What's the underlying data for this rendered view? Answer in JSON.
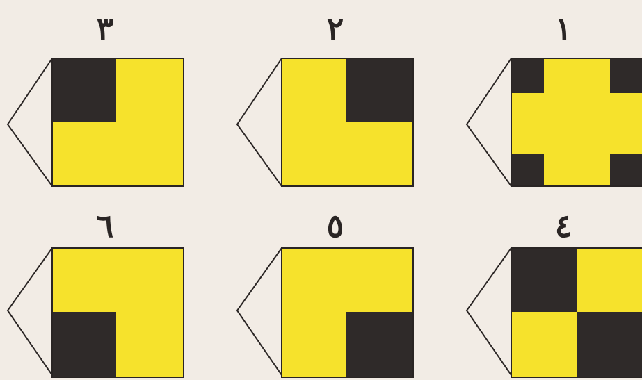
{
  "colors": {
    "background": "#f2ece5",
    "yellow": "#f6e22c",
    "dark": "#2f2a29",
    "line": "#2a2524"
  },
  "panels": [
    {
      "id": "1",
      "numeral": "١",
      "pattern": "cross"
    },
    {
      "id": "2",
      "numeral": "٢",
      "pattern": "top-right-dark"
    },
    {
      "id": "3",
      "numeral": "٣",
      "pattern": "top-left-dark"
    },
    {
      "id": "4",
      "numeral": "٤",
      "pattern": "checker"
    },
    {
      "id": "5",
      "numeral": "٥",
      "pattern": "bottom-right-dark"
    },
    {
      "id": "6",
      "numeral": "٦",
      "pattern": "bottom-left-dark"
    }
  ]
}
